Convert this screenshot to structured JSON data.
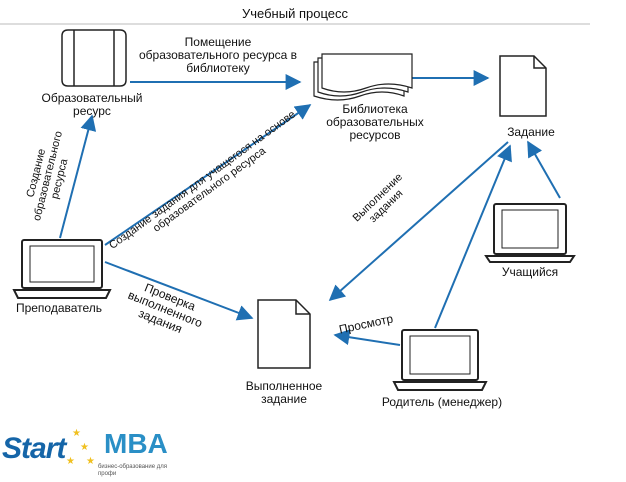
{
  "title": "Учебный процесс",
  "nodes": {
    "resource": "Образовательный ресурс",
    "library": "Библиотека образовательных ресурсов",
    "task": "Задание",
    "teacher": "Преподаватель",
    "student": "Учащийся",
    "completed": "Выполненное задание",
    "parent": "Родитель (менеджер)"
  },
  "edges": {
    "put_in_library": "Помещение образовательного ресурса в библиотеку",
    "create_resource": "Создание образовательного ресурса",
    "create_task": "Создание задания для учащегося на основе образовательного ресурса",
    "check": "Проверка выполненного задания",
    "execute": "Выполнение задания",
    "view": "Просмотр"
  },
  "logo": {
    "start": "Start",
    "mba": "MBA",
    "tagline": "бизнес-образование для профи"
  },
  "colors": {
    "arrow": "#1f6fb2",
    "icon_stroke": "#222222"
  }
}
